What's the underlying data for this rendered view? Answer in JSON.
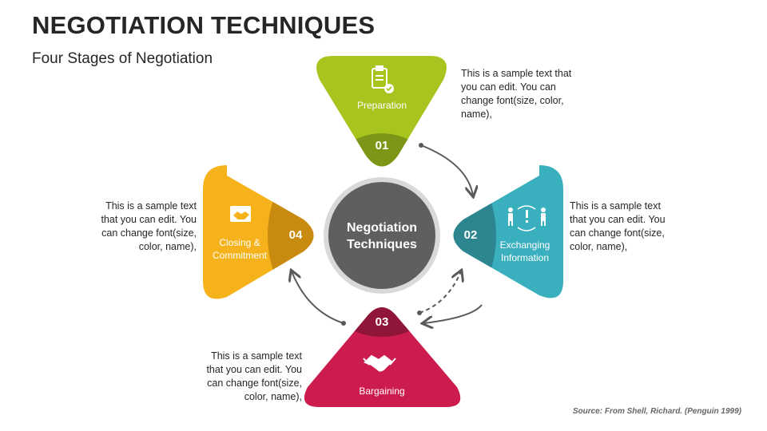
{
  "title": "NEGOTIATION TECHNIQUES",
  "subtitle": "Four Stages of Negotiation",
  "center": {
    "line1": "Negotiation",
    "line2": "Techniques"
  },
  "stages": [
    {
      "number": "01",
      "label_lines": [
        "Preparation"
      ],
      "icon": "clipboard-check-icon",
      "color": "#9ABA1F",
      "note": [
        "This is a sample text that",
        "you can edit. You can",
        "change font(size, color,",
        "name),"
      ]
    },
    {
      "number": "02",
      "label_lines": [
        "Exchanging",
        "Information"
      ],
      "icon": "people-exchange-icon",
      "color": "#3AABB8",
      "note": [
        "This is a sample text",
        "that you can edit. You",
        "can change font(size,",
        "color, name),"
      ]
    },
    {
      "number": "03",
      "label_lines": [
        "Bargaining"
      ],
      "icon": "handshake-icon",
      "color": "#C91A4C",
      "note": [
        "This is a sample text",
        "that you can edit. You",
        "can change font(size,",
        "color, name),"
      ]
    },
    {
      "number": "04",
      "label_lines": [
        "Closing &",
        "Commitment"
      ],
      "icon": "contract-handshake-icon",
      "color": "#F2AE1C",
      "note": [
        "This is a sample text",
        "that you can edit. You",
        "can change font(size,",
        "color, name),"
      ]
    }
  ],
  "source": "Source: From Shell, Richard. (Penguin 1999)"
}
